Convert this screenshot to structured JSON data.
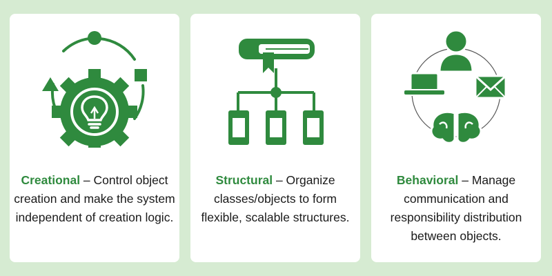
{
  "colors": {
    "accent": "#2f8a3e",
    "background": "#d6ebd2",
    "card": "#ffffff",
    "text": "#1a1a1a"
  },
  "cards": [
    {
      "icon": "gear-with-lightbulb-icon",
      "title": "Creational",
      "text": " – Control object creation and make the system independent of creation logic."
    },
    {
      "icon": "hierarchy-with-book-icon",
      "title": "Structural",
      "text": " – Organize classes/objects to form flexible, scalable structures."
    },
    {
      "icon": "communication-cycle-icon",
      "title": "Behavioral",
      "text": " – Manage communication and responsibility distribution between objects."
    }
  ]
}
